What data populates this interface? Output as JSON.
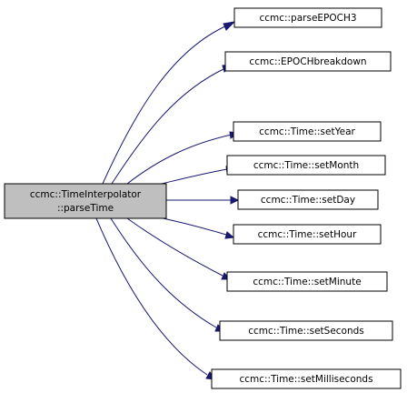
{
  "root": {
    "line1": "ccmc::TimeInterpolator",
    "line2": "::parseTime"
  },
  "callees": [
    "ccmc::parseEPOCH3",
    "ccmc::EPOCHbreakdown",
    "ccmc::Time::setYear",
    "ccmc::Time::setMonth",
    "ccmc::Time::setDay",
    "ccmc::Time::setHour",
    "ccmc::Time::setMinute",
    "ccmc::Time::setSeconds",
    "ccmc::Time::setMilliseconds"
  ],
  "colors": {
    "edge": "#191970",
    "root_fill": "#bfbfbf",
    "node_fill": "#ffffff"
  }
}
